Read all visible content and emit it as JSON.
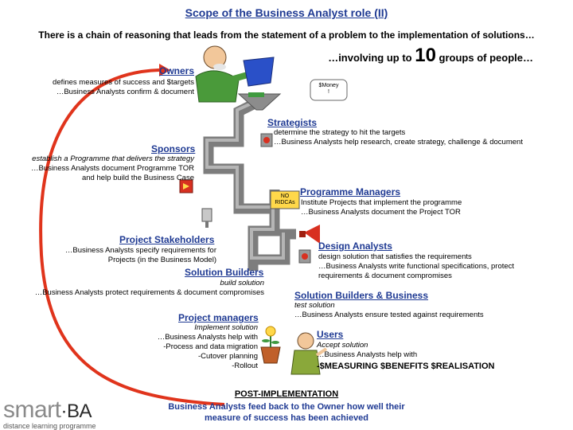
{
  "title": "Scope of the Business Analyst role (II)",
  "subtitle": "There is a chain of reasoning that leads from the statement of a problem to the implementation of solutions…",
  "groups": {
    "prefix": "…involving up to ",
    "number": "10",
    "suffix": " groups of people…"
  },
  "owners": {
    "head": "Owners",
    "line1": "defines measures of success and $targets",
    "line2": "…Business Analysts confirm & document"
  },
  "money_plate": {
    "line1": "$Money",
    "line2": "!"
  },
  "strategists": {
    "head": "Strategists",
    "line1": "determine the strategy to hit the targets",
    "line2": "…Business Analysts help research, create strategy, challenge & document"
  },
  "sponsors": {
    "head": "Sponsors",
    "line1": "establish a Programme that delivers the strategy",
    "line2": "…Business Analysts document Programme TOR",
    "line3": "and help build the Business Case"
  },
  "no_ridcas": {
    "line1": "NO",
    "line2": "RIDCAs"
  },
  "programme_managers": {
    "head": "Programme Managers",
    "line1": "Institute Projects that implement the programme",
    "line2": "…Business Analysts document the Project TOR"
  },
  "project_stakeholders": {
    "head": "Project Stakeholders",
    "line1": "…Business Analysts specify requirements for",
    "line2": "Projects (in the Business Model)"
  },
  "design_analysts": {
    "head": "Design Analysts",
    "line1": "design solution that satisfies the requirements",
    "line2": "…Business Analysts write functional specifications, protect",
    "line3": "requirements & document compromises"
  },
  "solution_builders": {
    "head": "Solution Builders",
    "line1": "build solution",
    "line2": "…Business Analysts protect requirements & document compromises"
  },
  "solution_builders_business": {
    "head": "Solution Builders & Business",
    "line1": "test solution",
    "line2": "…Business Analysts ensure tested against requirements"
  },
  "project_managers": {
    "head": "Project managers",
    "line1": "Implement solution",
    "line2": "…Business Analysts help with",
    "line3": "-Process and data migration",
    "line4": "-Cutover planning",
    "line5": "-Rollout"
  },
  "users": {
    "head": "Users",
    "line1": "Accept solution",
    "line2": "…Business Analysts help with",
    "line3": "-$MEASURING  $BENEFITS  $REALISATION"
  },
  "post": {
    "title": "POST-IMPLEMENTATION",
    "line1": "Business Analysts feed back to the Owner how well their",
    "line2": "measure of success has been achieved"
  },
  "logo": {
    "word": "smart",
    "suffix": "BA",
    "sub": "distance learning programme"
  },
  "colors": {
    "heading": "#1f3a93",
    "feedback_arrow": "#e0341c",
    "pipe": "#8c8c8c",
    "valve": "#d83020"
  }
}
